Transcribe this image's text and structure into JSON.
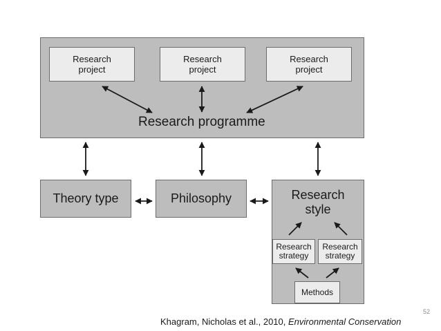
{
  "diagram": {
    "programme": {
      "label": "Research programme",
      "projects": [
        "Research\nproject",
        "Research\nproject",
        "Research\nproject"
      ]
    },
    "theory_type": "Theory type",
    "philosophy": "Philosophy",
    "research_style": "Research\nstyle",
    "research_strategy_left": "Research\nstrategy",
    "research_strategy_right": "Research\nstrategy",
    "methods": "Methods"
  },
  "footer": {
    "page_number": "52",
    "citation_prefix": "Khagram, Nicholas et al., 2010, ",
    "citation_journal": "Environmental Conservation"
  }
}
